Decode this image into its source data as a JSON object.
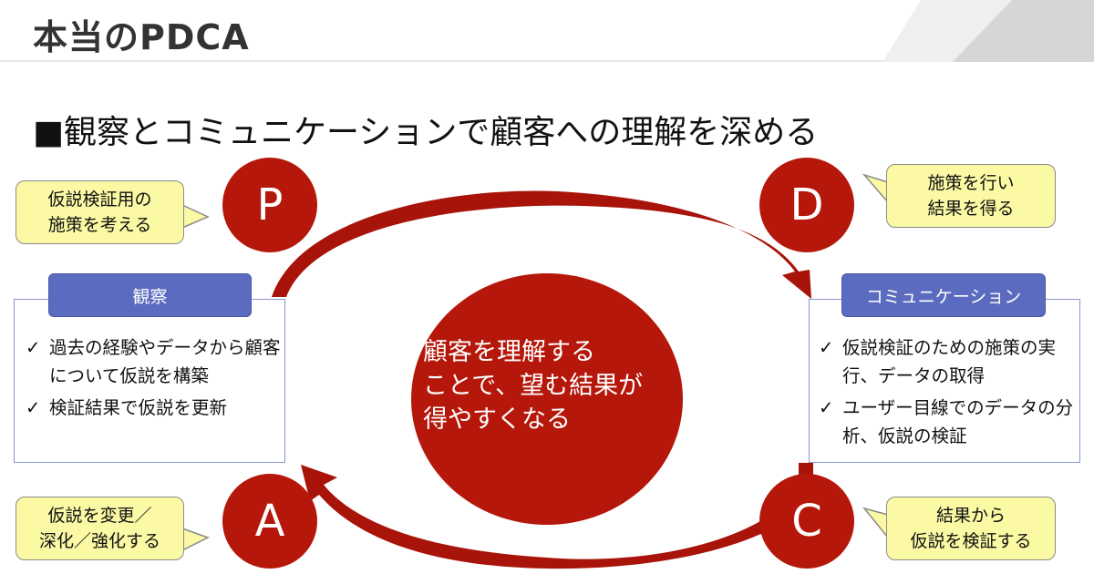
{
  "header": {
    "title": "本当のPDCA"
  },
  "subtitle": "■観察とコミュニケーションで顧客への理解を深める",
  "cycle": {
    "plan": {
      "letter": "P",
      "note": [
        "仮説検証用の",
        "施策を考える"
      ]
    },
    "do": {
      "letter": "D",
      "note": [
        "施策を行い",
        "結果を得る"
      ]
    },
    "check": {
      "letter": "C",
      "note": [
        "結果から",
        "仮説を検証する"
      ]
    },
    "act": {
      "letter": "A",
      "note": [
        "仮説を変更／",
        "深化／強化する"
      ]
    }
  },
  "center": "顧客を理解する\nことで、望む結果が\n得やすくなる",
  "left_panel": {
    "label": "観察",
    "items": [
      "過去の経験やデータから顧客について仮説を構築",
      "検証結果で仮説を更新"
    ]
  },
  "right_panel": {
    "label": "コミュニケーション",
    "items": [
      "仮説検証のための施策の実行、データの取得",
      "ユーザー目線でのデータの分析、仮説の検証"
    ]
  },
  "check_mark": "✓",
  "colors": {
    "red": "#b5170a",
    "blue": "#5b6bbf",
    "yellow": "#fbf9a4"
  }
}
